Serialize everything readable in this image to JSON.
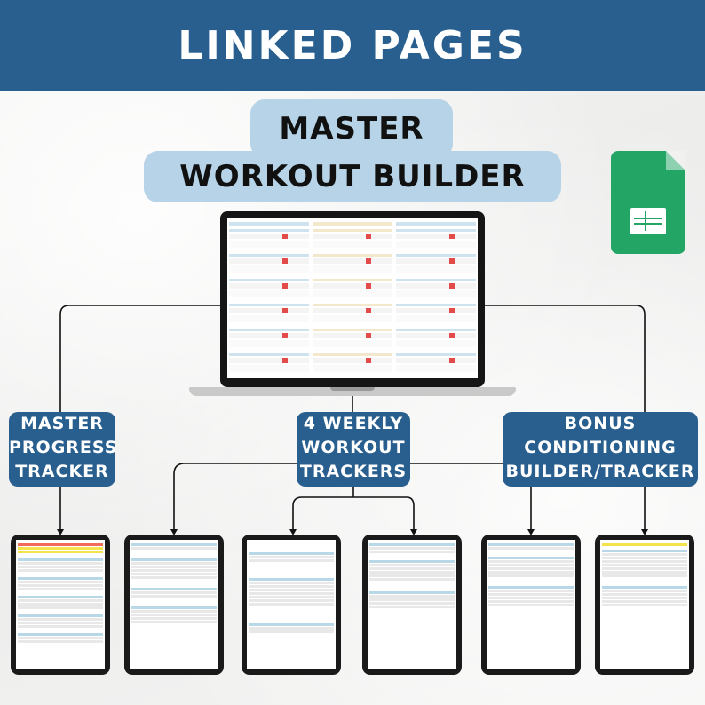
{
  "banner": {
    "title": "LINKED PAGES"
  },
  "master": {
    "line1": "MASTER",
    "line2": "WORKOUT BUILDER"
  },
  "labels": {
    "left": [
      "MASTER",
      "PROGRESS",
      "TRACKER"
    ],
    "middle": [
      "4 WEEKLY",
      "WORKOUT",
      "TRACKERS"
    ],
    "right": [
      "BONUS",
      "CONDITIONING",
      "BUILDER/TRACKER"
    ]
  },
  "icons": {
    "app": "google-sheets-icon"
  },
  "colors": {
    "banner": "#285f8e",
    "title_box": "#b7d3e7",
    "sheets_green": "#23a566"
  }
}
